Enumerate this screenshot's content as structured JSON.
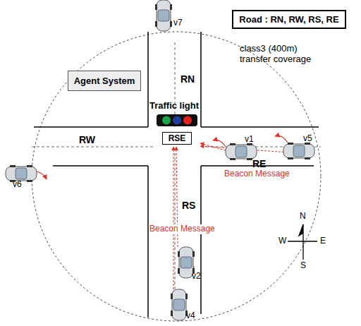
{
  "diagram": {
    "nodes": [
      {
        "text": [
          "Road : RN, RW, RS, RE"
        ]
      },
      {
        "text": [
          "Agent System"
        ]
      },
      {
        "text": [
          "RSE"
        ]
      }
    ],
    "labels": [
      "class3 (400m) transfer coverage",
      "RN",
      "RW",
      "RS",
      "RE",
      "Traffic light",
      "Beacon Message",
      "Beacon Message",
      "v1",
      "v2",
      "v4",
      "v5",
      "v6",
      "v7",
      "N",
      "W",
      "E",
      "S"
    ]
  }
}
